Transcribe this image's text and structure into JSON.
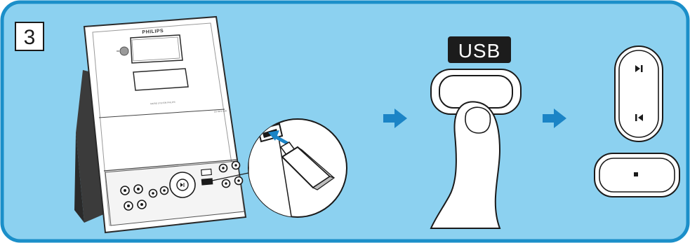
{
  "panel": {
    "step_number": "3",
    "button_label": "USB",
    "device": {
      "brand": "PHILIPS",
      "front_caption": "MICRO SYSTEM PHILIPS",
      "model_label": "CD  MP3 USB"
    },
    "transport_icons": [
      "next-track-icon",
      "previous-track-icon",
      "stop-icon"
    ],
    "colors": {
      "panel_background": "#8cd1f0",
      "panel_border": "#1b8fc9",
      "arrow": "#1b84c6",
      "usb_badge": "#1c1c1c"
    }
  }
}
